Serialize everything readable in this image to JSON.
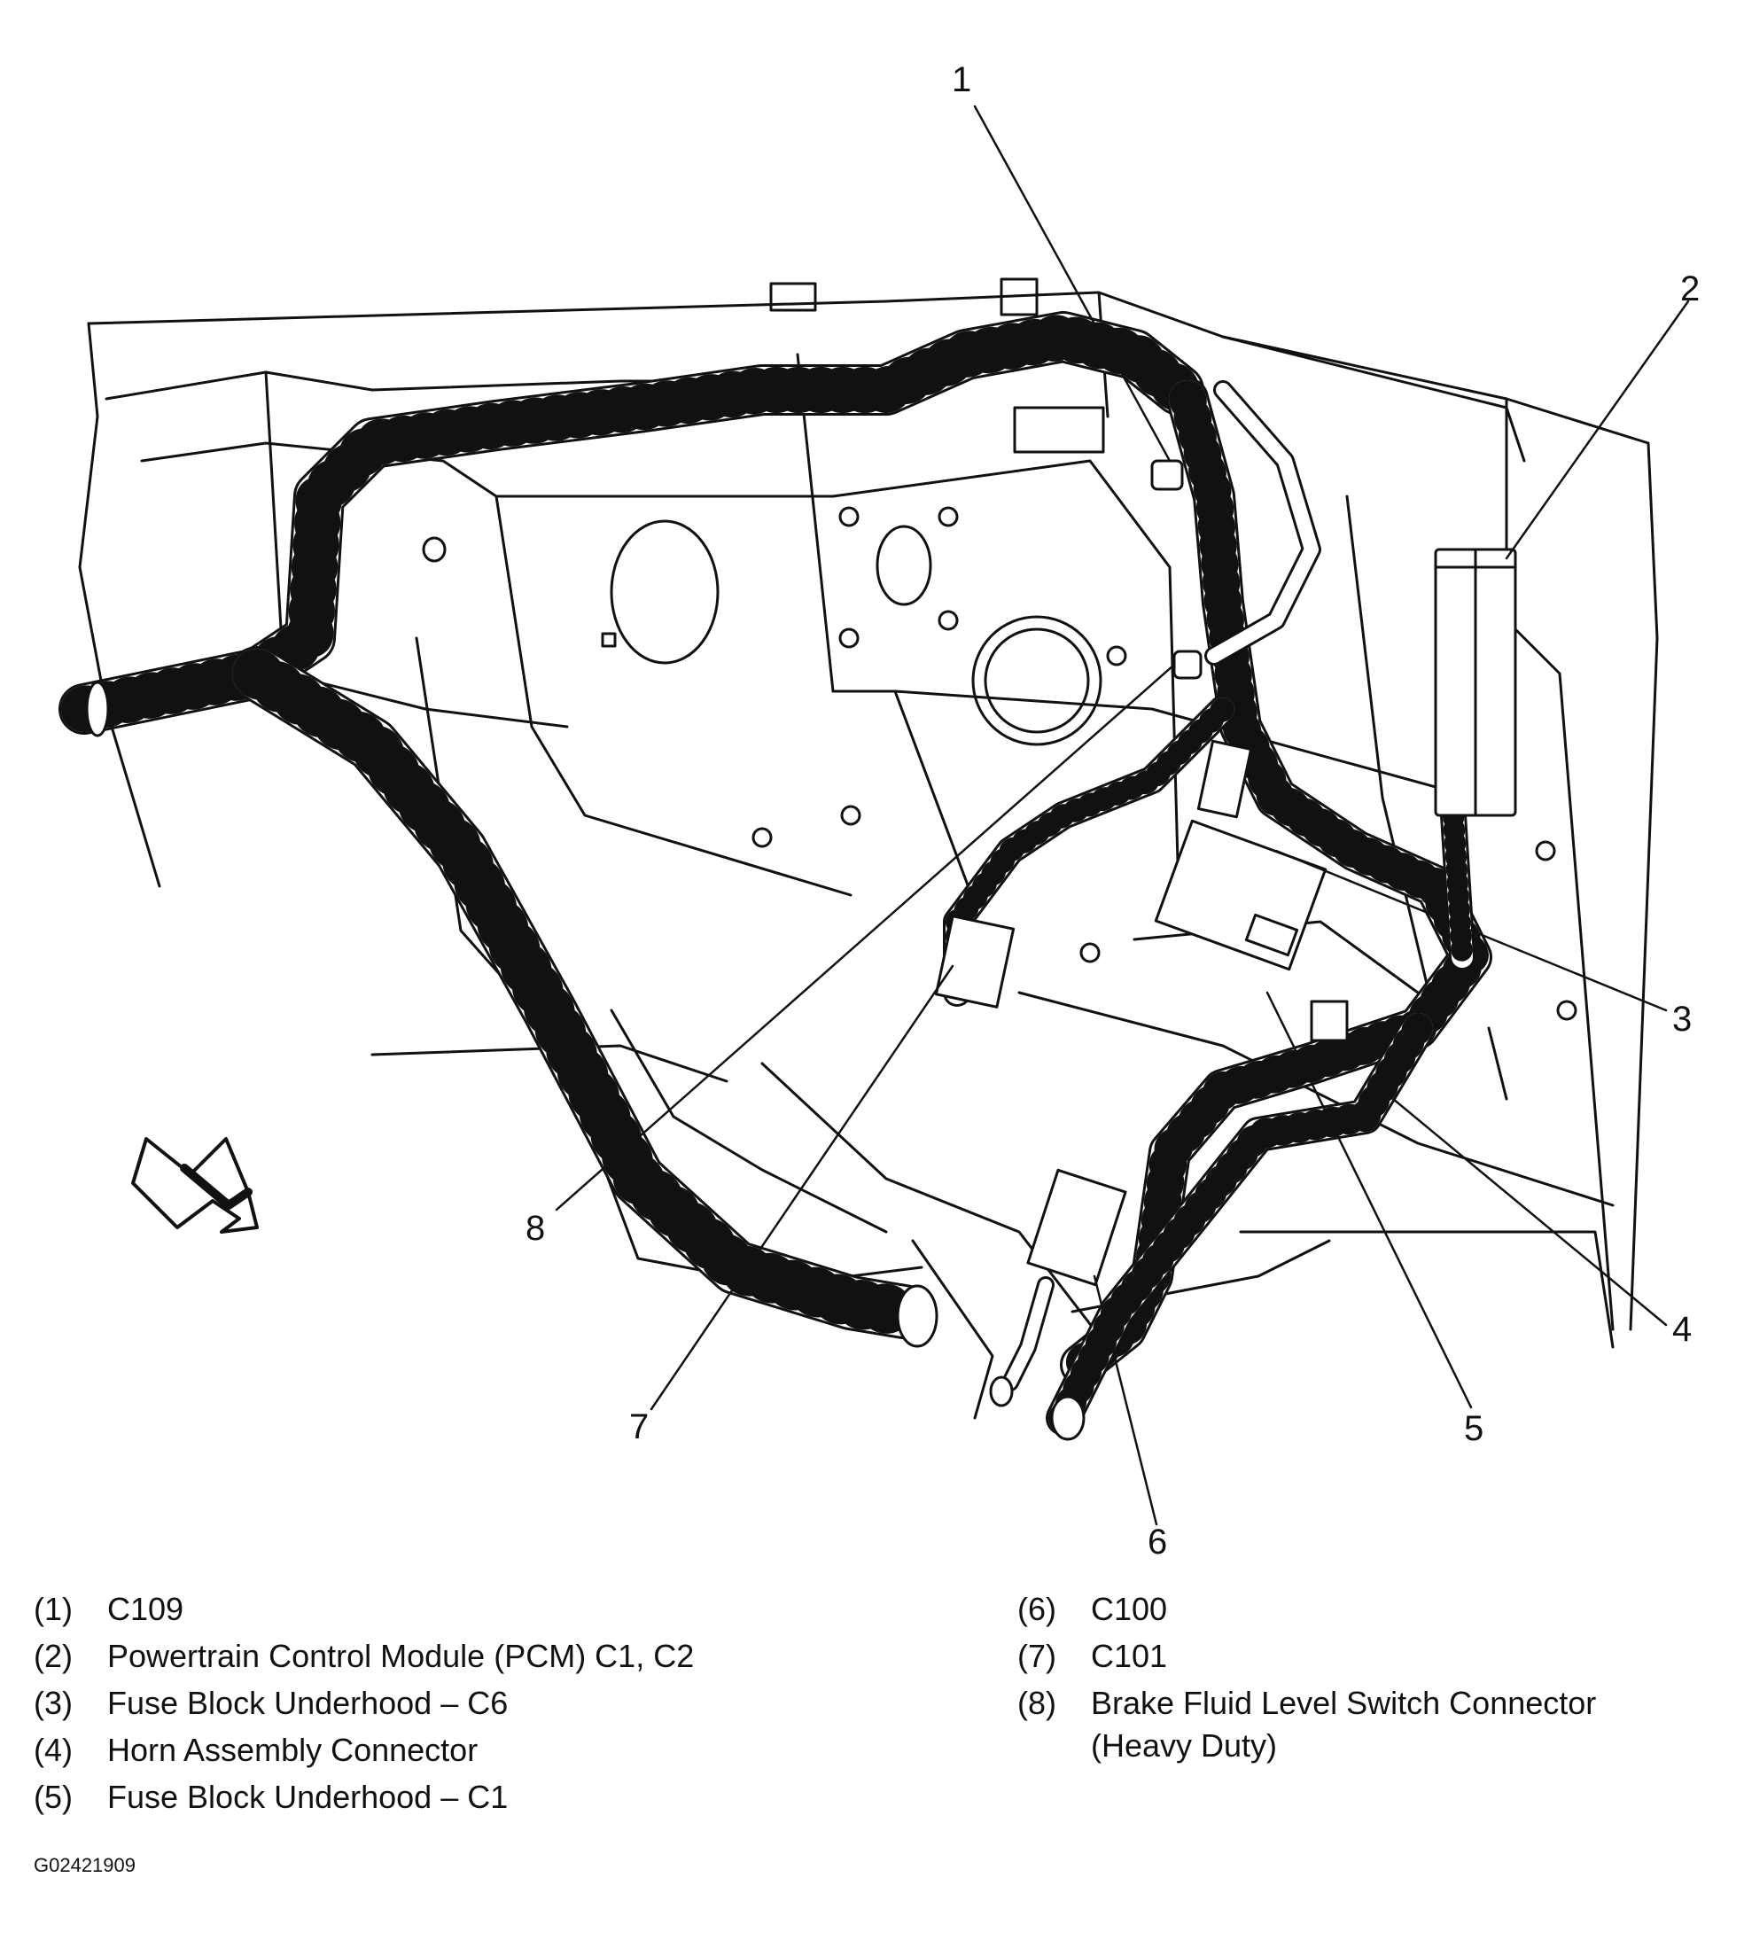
{
  "figure_id": "G02421909",
  "callouts": [
    "1",
    "2",
    "3",
    "4",
    "5",
    "6",
    "7",
    "8"
  ],
  "legend": [
    {
      "num": "(1)",
      "text": "C109"
    },
    {
      "num": "(2)",
      "text": "Powertrain Control Module (PCM) C1, C2"
    },
    {
      "num": "(3)",
      "text": "Fuse Block Underhood – C6"
    },
    {
      "num": "(4)",
      "text": "Horn Assembly Connector"
    },
    {
      "num": "(5)",
      "text": "Fuse Block Underhood – C1"
    },
    {
      "num": "(6)",
      "text": "C100"
    },
    {
      "num": "(7)",
      "text": "C101"
    },
    {
      "num": "(8)",
      "text": "Brake Fluid Level Switch Connector",
      "text2": "(Heavy Duty)"
    }
  ],
  "colors": {
    "line": "#111111",
    "background": "#ffffff"
  },
  "icons": [
    "front-arrow-icon"
  ]
}
